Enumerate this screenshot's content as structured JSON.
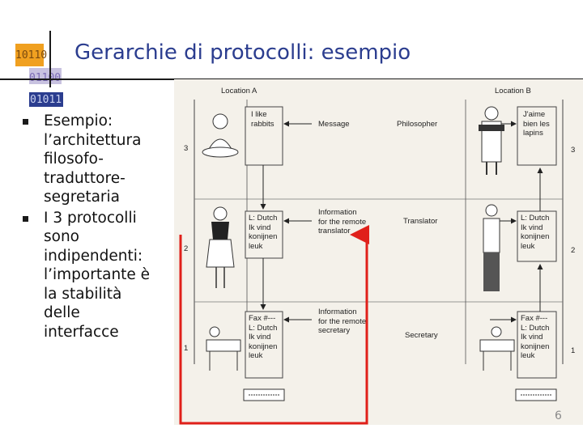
{
  "logo": {
    "line1": "10110",
    "line2": "01100",
    "line3": "01011",
    "colors": {
      "orange": "#f0a020",
      "purple": "#7b6bb5",
      "navy": "#2b3d8f"
    }
  },
  "title": "Gerarchie di protocolli: esempio",
  "bullets": [
    {
      "lines": [
        "Esempio:",
        "l’architettura",
        "filosofo-",
        "traduttore-",
        "segretaria"
      ]
    },
    {
      "lines": [
        "I 3 protocolli",
        "sono",
        "indipendenti:",
        "l’importante è",
        "la stabilità",
        "delle",
        "interfacce"
      ]
    }
  ],
  "figure": {
    "location_a": "Location A",
    "location_b": "Location B",
    "layer_labels_left": [
      "3",
      "2",
      "1"
    ],
    "layer_labels_right": [
      "3",
      "2",
      "1"
    ],
    "a_boxes": [
      [
        "I like",
        "rabbits"
      ],
      [
        "L: Dutch",
        "Ik vind",
        "konijnen",
        "leuk"
      ],
      [
        "Fax #---",
        "L: Dutch",
        "Ik vind",
        "konijnen",
        "leuk"
      ]
    ],
    "b_boxes": [
      [
        "J'aime",
        "bien les",
        "lapins"
      ],
      [
        "L: Dutch",
        "Ik vind",
        "konijnen",
        "leuk"
      ],
      [
        "Fax #---",
        "L: Dutch",
        "Ik vind",
        "konijnen",
        "leuk"
      ]
    ],
    "messages": [
      [
        "Message"
      ],
      [
        "Information",
        "for the remote",
        "translator"
      ],
      [
        "Information",
        "for the remote",
        "secretary"
      ]
    ],
    "roles": [
      "Philosopher",
      "Translator",
      "Secretary"
    ],
    "path_color": "#e0201a"
  },
  "page_number": "6"
}
